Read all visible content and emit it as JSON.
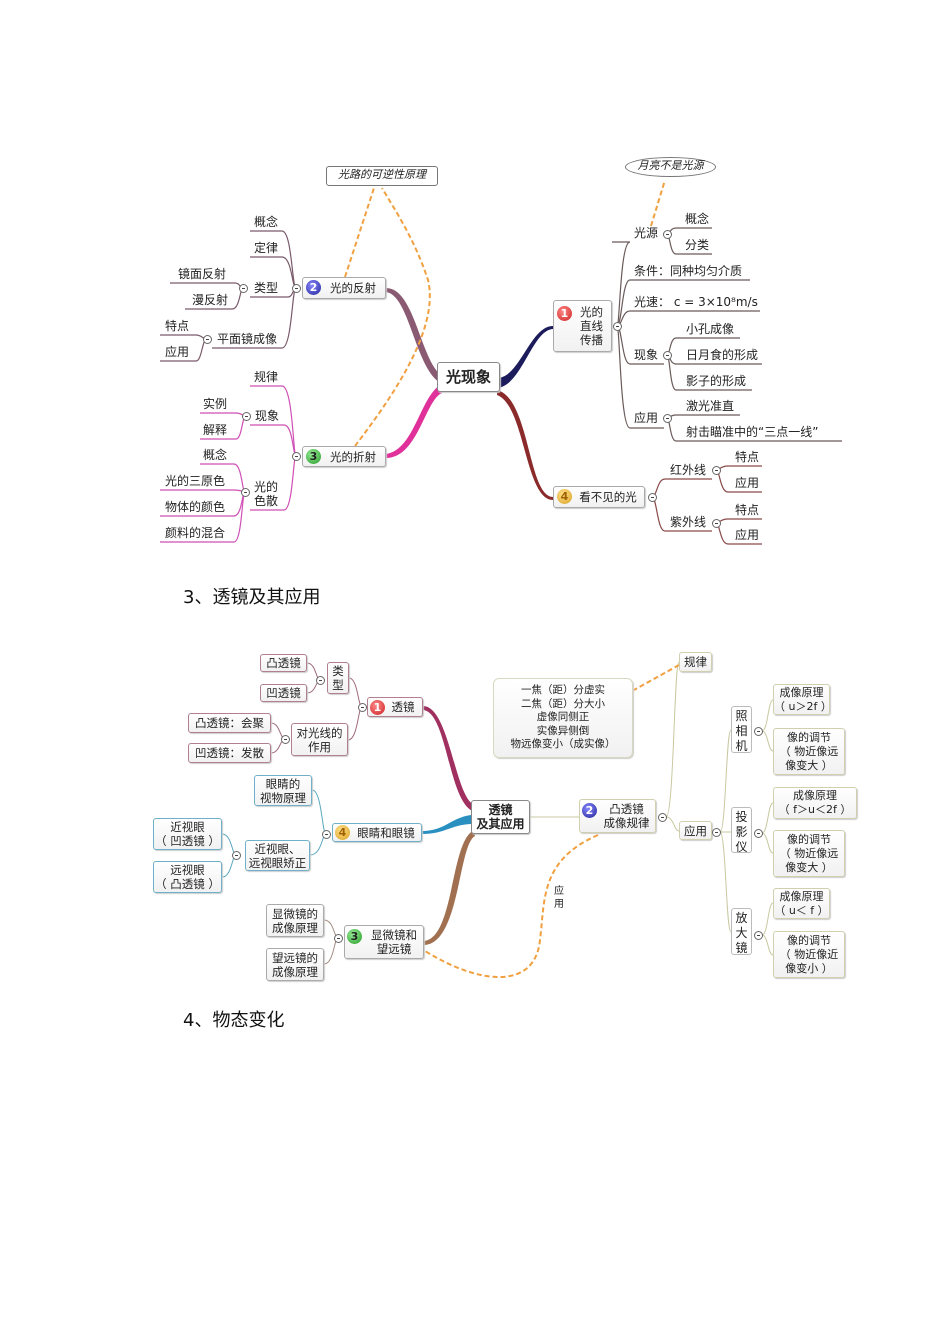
{
  "diagram1": {
    "center": "光现象",
    "callout_reflection": "光路的可逆性原理",
    "callout_source": "月亮不是光源",
    "b1": {
      "num": "1",
      "label": "光的\n直线\n传播",
      "source": "光源",
      "source_children": [
        "概念",
        "分类"
      ],
      "condition": "条件：同种均匀介质",
      "speed": "光速：  c = 3×10⁸m/s",
      "phenomena": "现象",
      "phenomena_children": [
        "小孔成像",
        "日月食的形成",
        "影子的形成"
      ],
      "application": "应用",
      "application_children": [
        "激光准直",
        "射击瞄准中的“三点一线”"
      ]
    },
    "b2": {
      "num": "2",
      "label": "光的反射",
      "concept": "概念",
      "law": "定律",
      "type": "类型",
      "type_children": [
        "镜面反射",
        "漫反射"
      ],
      "mirror": "平面镜成像",
      "mirror_children": [
        "特点",
        "应用"
      ]
    },
    "b3": {
      "num": "3",
      "label": "光的折射",
      "law": "规律",
      "phenomena": "现象",
      "phenomena_children": [
        "实例",
        "解释"
      ],
      "dispersion": "光的\n色散",
      "dispersion_children": [
        "概念",
        "光的三原色",
        "物体的颜色",
        "颜料的混合"
      ]
    },
    "b4": {
      "num": "4",
      "label": "看不见的光",
      "infrared": "红外线",
      "infrared_children": [
        "特点",
        "应用"
      ],
      "ultraviolet": "紫外线",
      "ultraviolet_children": [
        "特点",
        "应用"
      ]
    }
  },
  "heading3": "3、透镜及其应用",
  "diagram2": {
    "center": "透镜\n及其应用",
    "n1": {
      "num": "1",
      "label": "透镜",
      "type": "类\n型",
      "type_children": [
        "凸透镜",
        "凹透镜"
      ],
      "effect": "对光线的\n作用",
      "effect_children": [
        "凸透镜：会聚",
        "凹透镜：发散"
      ]
    },
    "n2": {
      "num": "2",
      "label": "凸透镜\n成像规律",
      "law": "规律",
      "law_text": "一焦（距）分虚实\n二焦（距）分大小\n虚像同侧正\n实像异侧倒\n物远像变小（成实像）",
      "application": "应用",
      "camera": "照\n相\n机",
      "camera_children": [
        "成像原理\n（ u＞2f ）",
        "像的调节\n（ 物近像远\n像变大 ）"
      ],
      "projector": "投\n影\n仪",
      "projector_children": [
        "成像原理\n（ f＞u＜2f ）",
        "像的调节\n（ 物近像远\n像变大 ）"
      ],
      "magnifier": "放\n大\n镜",
      "magnifier_children": [
        "成像原理\n（ u＜ f ）",
        "像的调节\n（ 物近像近\n像变小 ）"
      ],
      "link_label": "应\n用"
    },
    "n3": {
      "num": "3",
      "label": "显微镜和\n望远镜",
      "children": [
        "显微镜的\n成像原理",
        "望远镜的\n成像原理"
      ]
    },
    "n4": {
      "num": "4",
      "label": "眼睛和眼镜",
      "vision": "眼睛的\n视物原理",
      "correction": "近视眼、\n远视眼矫正",
      "correction_children": [
        "近视眼\n（ 凹透镜 ）",
        "远视眼\n（ 凸透镜 ）"
      ]
    }
  },
  "heading4": "4、物态变化",
  "colors": {
    "reflection": "#7a5a6a",
    "refraction": "#d04fb5",
    "propagation": "#1c1c5c",
    "invisible": "#8b2a2a",
    "dashed": "#f0a040"
  }
}
